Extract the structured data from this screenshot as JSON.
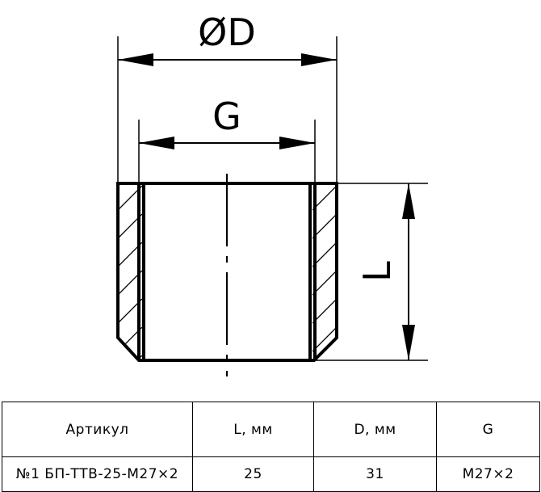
{
  "drawing": {
    "label_outer_diameter": "ØD",
    "label_thread": "G",
    "label_length": "L"
  },
  "table": {
    "headers": [
      "Артикул",
      "L, мм",
      "D, мм",
      "G"
    ],
    "rows": [
      [
        "№1 БП-ТТВ-25-М27×2",
        "25",
        "31",
        "М27×2"
      ]
    ]
  }
}
